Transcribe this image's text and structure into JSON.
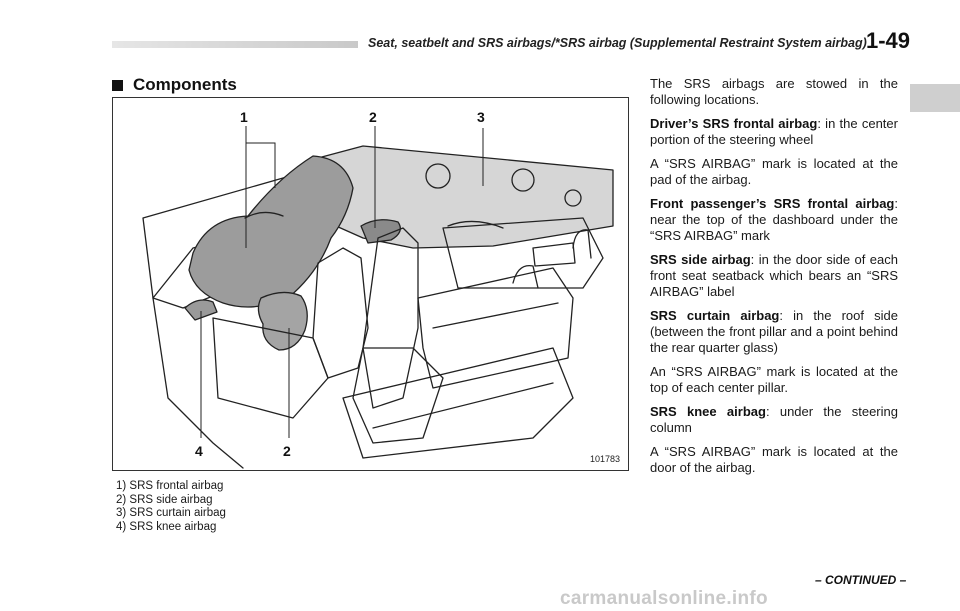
{
  "header": {
    "section": "Seat, seatbelt and SRS airbags/*SRS airbag (Supplemental Restraint System airbag)",
    "page": "1-49"
  },
  "heading": {
    "marker": "■",
    "title": "Components"
  },
  "figure": {
    "callouts": [
      "1",
      "2",
      "3",
      "4",
      "2"
    ],
    "id": "101783"
  },
  "legend": [
    "1)  SRS frontal airbag",
    "2)  SRS side airbag",
    "3)  SRS curtain airbag",
    "4)  SRS knee airbag"
  ],
  "body": {
    "intro": "The SRS airbags are stowed in the following locations.",
    "items": [
      {
        "term": "Driver’s SRS frontal airbag",
        "desc": ": in the center portion of the steering wheel",
        "note": "A “SRS AIRBAG” mark is located at the pad of the airbag."
      },
      {
        "term": "Front passenger’s SRS frontal airbag",
        "desc": ": near the top of the dashboard under the “SRS AIRBAG” mark",
        "note": ""
      },
      {
        "term": "SRS side airbag",
        "desc": ": in the door side of each front seat seatback which bears an “SRS AIRBAG” label",
        "note": ""
      },
      {
        "term": "SRS curtain airbag",
        "desc": ": in the roof side (between the front pillar and a point behind the rear quarter glass)",
        "note": "An “SRS AIRBAG” mark is located at the top of each center pillar."
      },
      {
        "term": "SRS knee airbag",
        "desc": ": under the steering column",
        "note": "A “SRS AIRBAG” mark is located at the door of the airbag."
      }
    ]
  },
  "footer": {
    "continued": "– CONTINUED –",
    "watermark": "carmanualsonline.info"
  }
}
